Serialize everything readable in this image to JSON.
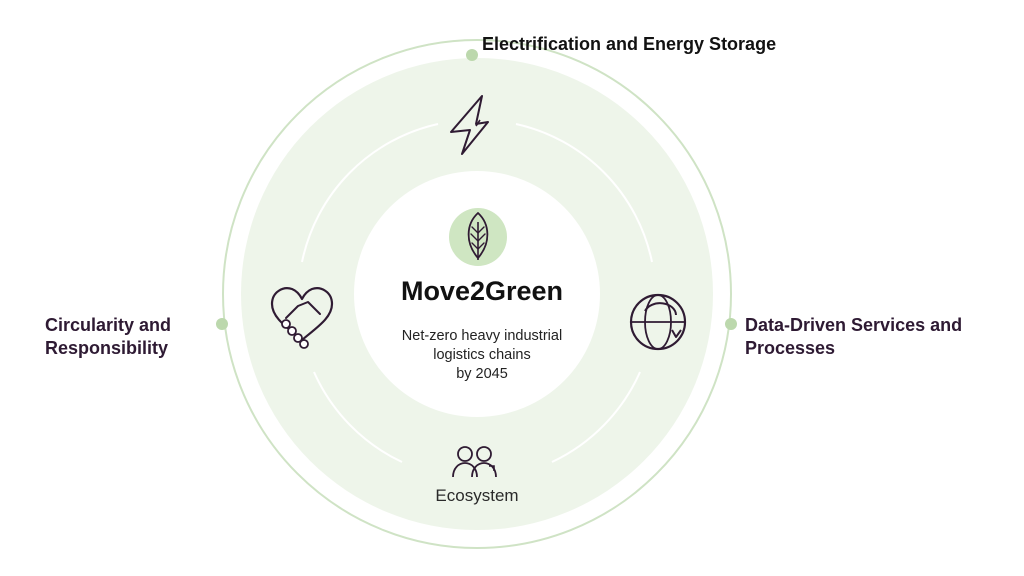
{
  "center": {
    "title": "Move2Green",
    "subtitle_lines": [
      "Net-zero heavy industrial",
      "logistics chains",
      "by 2045"
    ],
    "icon": "leaf-icon"
  },
  "pillars": {
    "top": {
      "label": "Electrification and Energy Storage",
      "icon": "lightning-bolt-icon"
    },
    "left": {
      "label_lines": [
        "Circularity and",
        "Responsibility"
      ],
      "icon": "handshake-heart-icon"
    },
    "right": {
      "label_lines": [
        "Data-Driven Services and",
        "Processes"
      ],
      "icon": "globe-cycle-icon"
    },
    "bottom": {
      "label": "Ecosystem",
      "icon": "people-icon"
    }
  },
  "colors": {
    "outer_ring": "#cfe3c5",
    "ring_fill": "#eef5ea",
    "inner_ring": "#ffffff",
    "node_dot": "#bcd8ad",
    "leaf_circle": "#cfe6c2",
    "icon_stroke": "#2f1b33",
    "label_text": "#2e1a33"
  }
}
